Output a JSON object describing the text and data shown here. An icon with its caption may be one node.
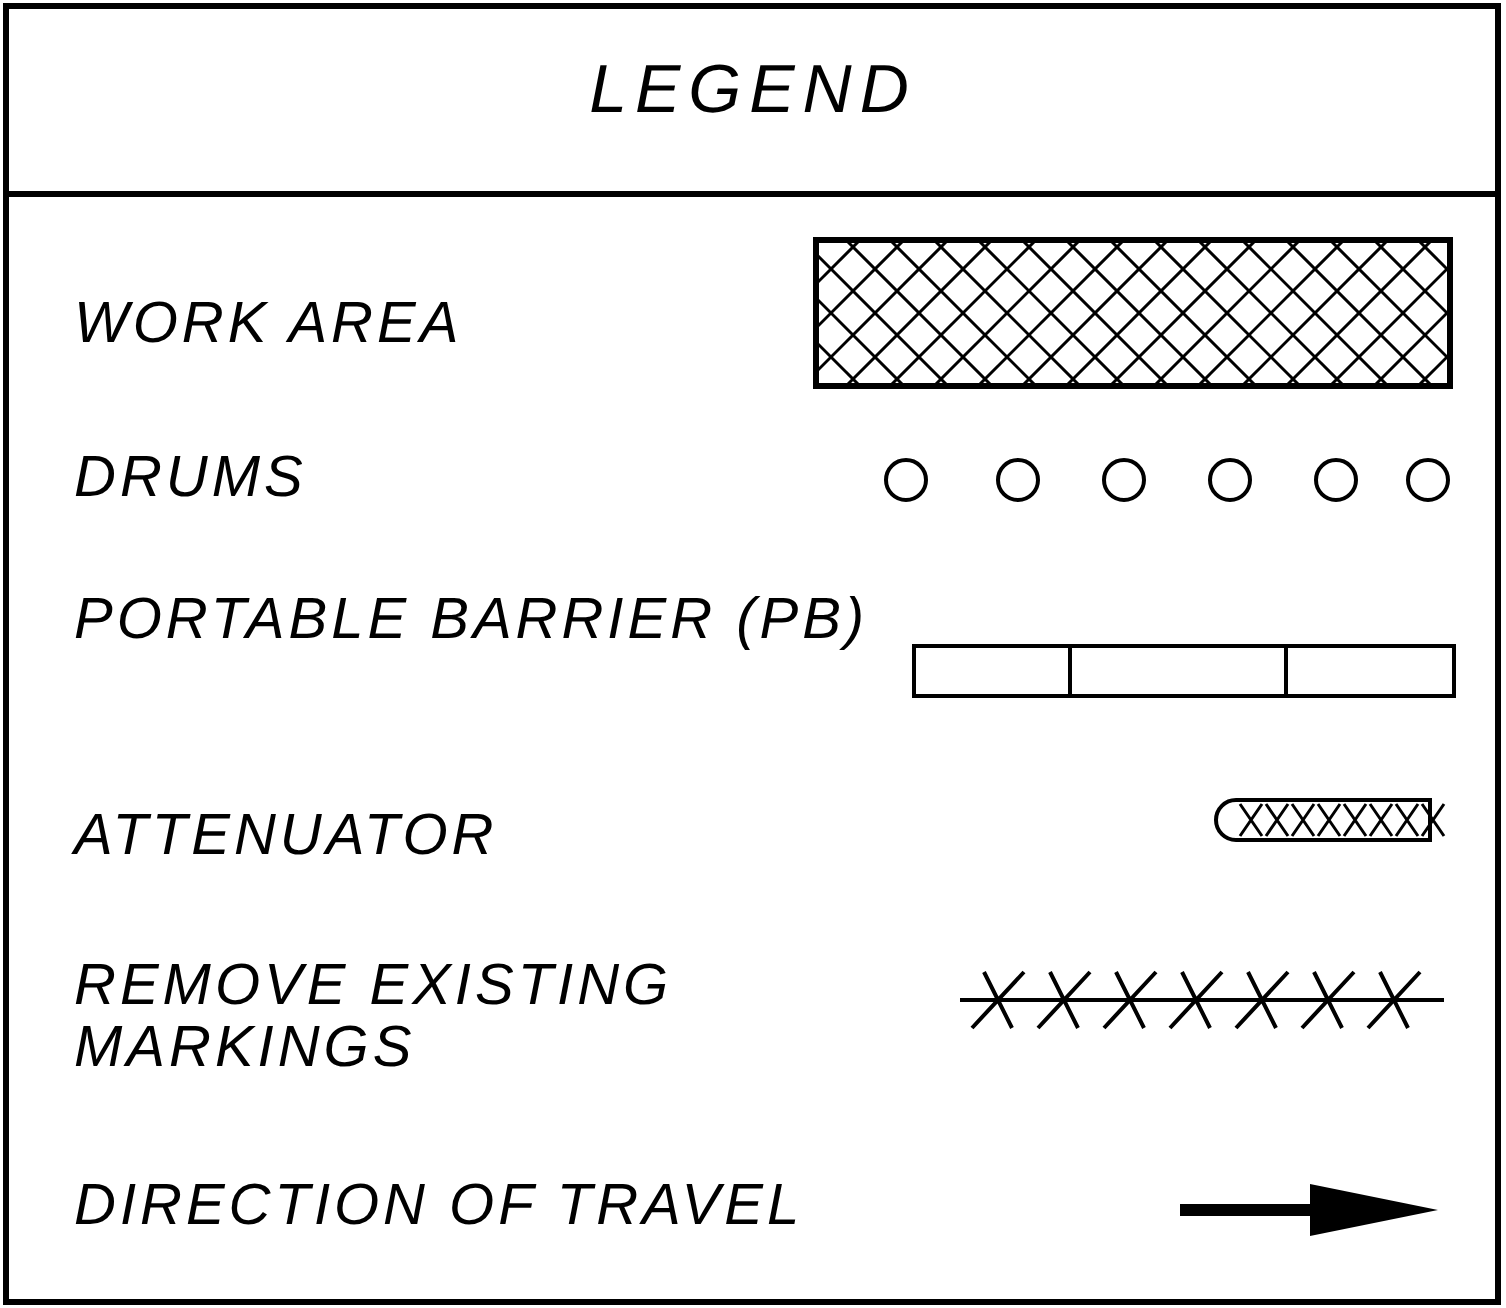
{
  "diagram": {
    "title": "LEGEND",
    "legend": [
      {
        "text": "WORK AREA"
      },
      {
        "text": "DRUMS"
      },
      {
        "text": "PORTABLE BARRIER (PB)"
      },
      {
        "text": "ATTENUATOR"
      },
      {
        "text": "REMOVE EXISTING MARKINGS"
      },
      {
        "text": "DIRECTION OF TRAVEL"
      }
    ]
  }
}
